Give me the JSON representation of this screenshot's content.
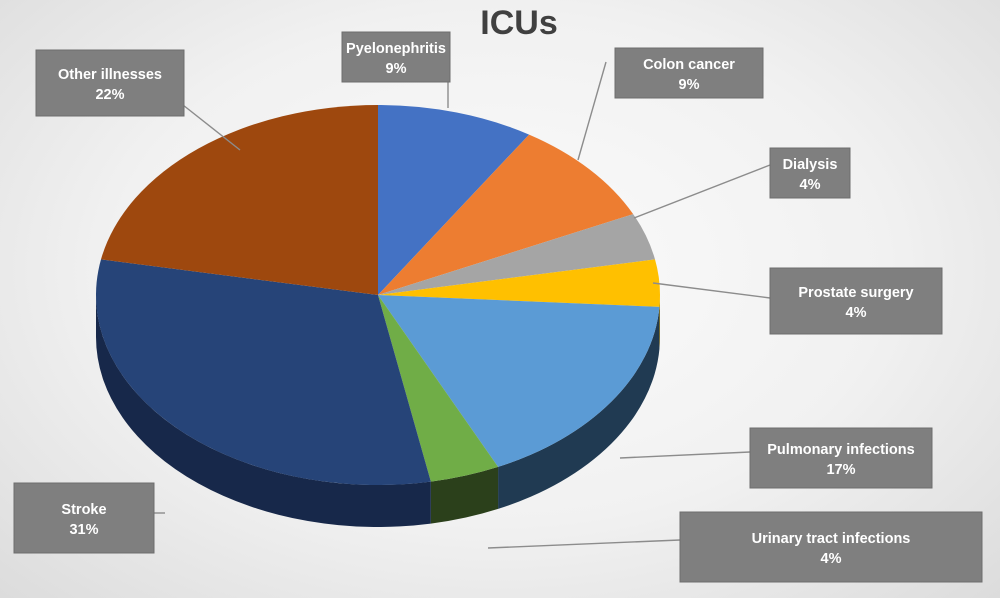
{
  "chart_data": {
    "type": "pie",
    "title": "ICUs",
    "style": "3d",
    "legend": "none",
    "slices": [
      {
        "label": "Pyelonephritis",
        "value": 9,
        "value_label": "9%",
        "color": "#4472c4",
        "side_color": "#2f4f8a"
      },
      {
        "label": "Colon cancer",
        "value": 9,
        "value_label": "9%",
        "color": "#ed7d31",
        "side_color": "#a65722"
      },
      {
        "label": "Dialysis",
        "value": 4,
        "value_label": "4%",
        "color": "#a5a5a5",
        "side_color": "#737373"
      },
      {
        "label": "Prostate surgery",
        "value": 4,
        "value_label": "4%",
        "color": "#ffc000",
        "side_color": "#b38600"
      },
      {
        "label": "Pulmonary infections",
        "value": 17,
        "value_label": "17%",
        "color": "#5b9bd5",
        "side_color": "#203a52"
      },
      {
        "label": "Urinary tract infections",
        "value": 4,
        "value_label": "4%",
        "color": "#70ad47",
        "side_color": "#2b401b"
      },
      {
        "label": "Stroke",
        "value": 31,
        "value_label": "31%",
        "color": "#264478",
        "side_color": "#17284a"
      },
      {
        "label": "Other illnesses",
        "value": 22,
        "value_label": "22%",
        "color": "#9e480e",
        "side_color": "#6a3009"
      }
    ]
  }
}
